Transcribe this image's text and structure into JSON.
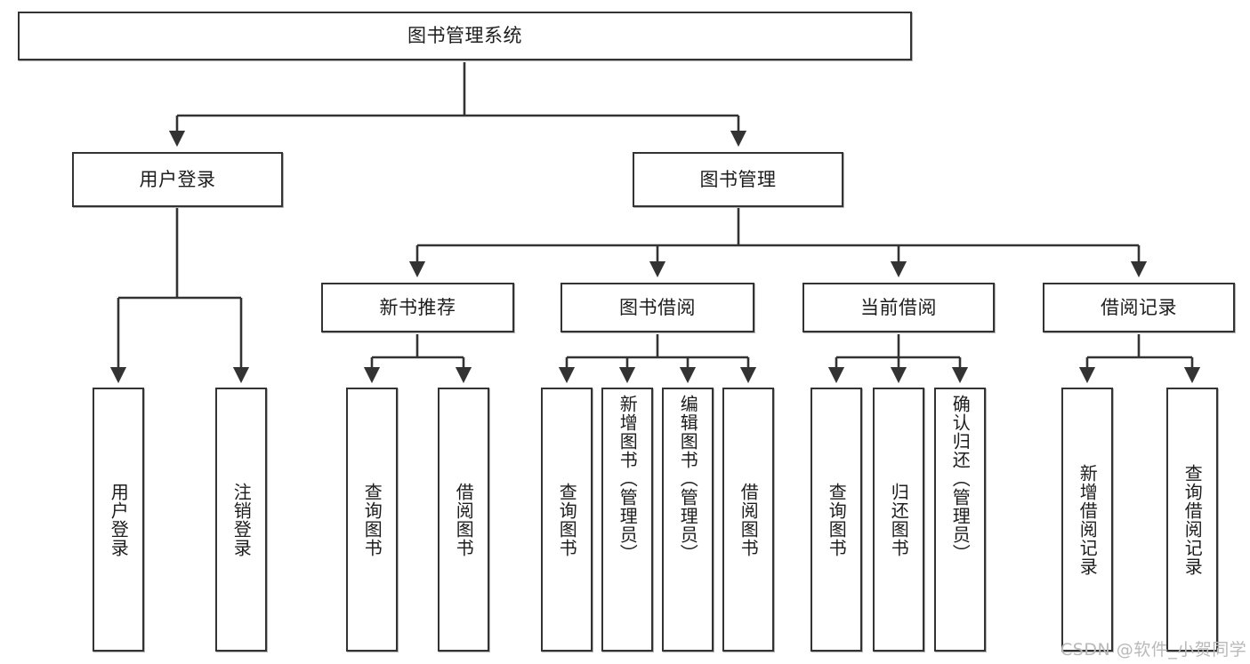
{
  "diagram": {
    "title": "图书管理系统",
    "type": "hierarchy-tree",
    "colors": {
      "node_border": "#333333",
      "node_fill": "#ffffff",
      "edge": "#333333",
      "text": "#1d1d1d",
      "watermark": "#b9b9b9",
      "background": "#ffffff"
    },
    "watermark": "CSDN @软件_小贺同学",
    "levels": {
      "root": {
        "label": "图书管理系统"
      },
      "level2": [
        {
          "label": "用户登录"
        },
        {
          "label": "图书管理"
        }
      ],
      "level3": [
        {
          "label": "新书推荐"
        },
        {
          "label": "图书借阅"
        },
        {
          "label": "当前借阅"
        },
        {
          "label": "借阅记录"
        }
      ],
      "leaves": [
        {
          "label": "用户登录",
          "parent": "用户登录"
        },
        {
          "label": "注销登录",
          "parent": "用户登录"
        },
        {
          "label": "查询图书",
          "parent": "新书推荐"
        },
        {
          "label": "借阅图书",
          "parent": "新书推荐"
        },
        {
          "label": "查询图书",
          "parent": "图书借阅"
        },
        {
          "label": "新增图书（管理员）",
          "parent": "图书借阅"
        },
        {
          "label": "编辑图书（管理员）",
          "parent": "图书借阅"
        },
        {
          "label": "借阅图书",
          "parent": "图书借阅"
        },
        {
          "label": "查询图书",
          "parent": "当前借阅"
        },
        {
          "label": "归还图书",
          "parent": "当前借阅"
        },
        {
          "label": "确认归还（管理员）",
          "parent": "当前借阅"
        },
        {
          "label": "新增借阅记录",
          "parent": "借阅记录"
        },
        {
          "label": "查询借阅记录",
          "parent": "借阅记录"
        }
      ]
    }
  }
}
